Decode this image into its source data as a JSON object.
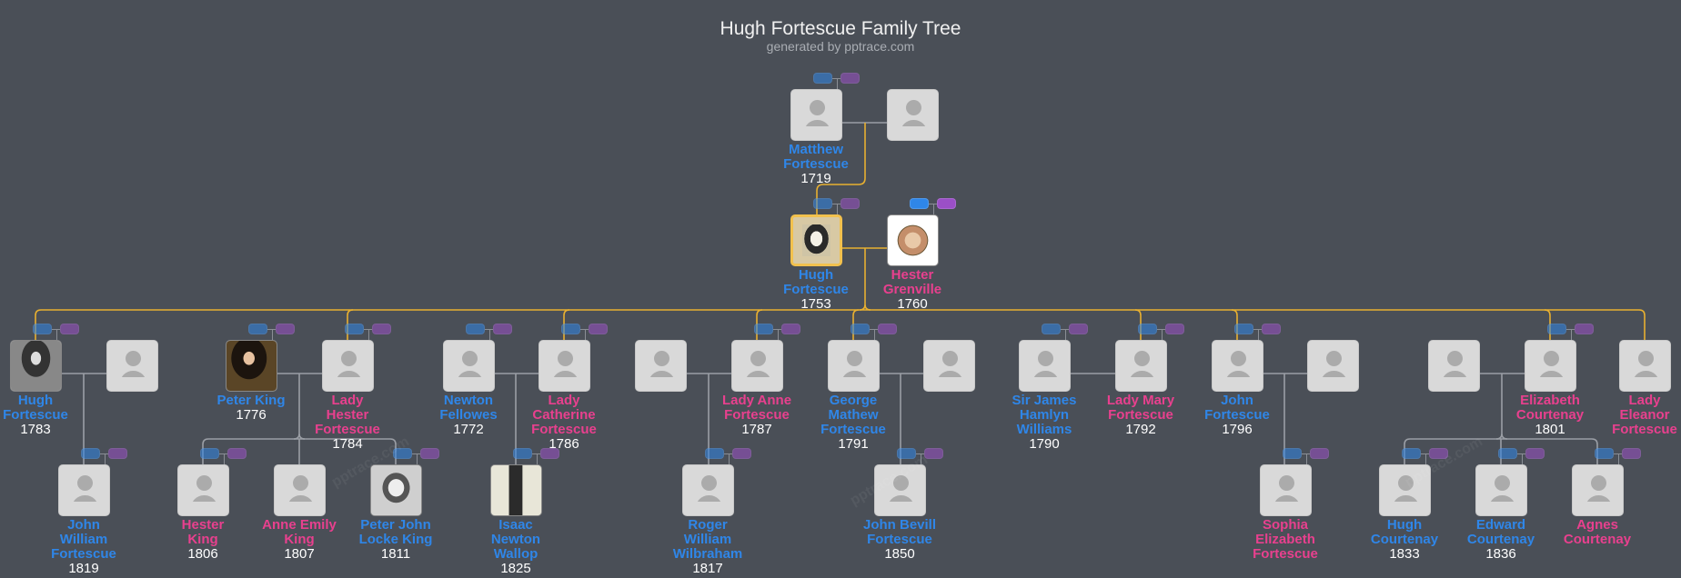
{
  "header": {
    "title": "Hugh Fortescue Family Tree",
    "subtitle": "generated by pptrace.com"
  },
  "watermark": "pptrace.com",
  "colors": {
    "male": "#2f86e8",
    "female": "#e8408e",
    "highlight": "#f2c14e",
    "line_direct": "#e8b030",
    "line_other": "#9a9ea5",
    "father_button": "#2f86e8",
    "mother_button": "#9b4fc7",
    "background": "#4a4f57"
  },
  "persons": [
    {
      "name": "Matthew Fortescue",
      "year": "1719",
      "gender": "m",
      "photo": false,
      "buttons": true
    },
    {
      "name": "",
      "year": "",
      "gender": "",
      "photo": false,
      "buttons": false
    },
    {
      "name": "Hugh Fortescue",
      "year": "1753",
      "gender": "m",
      "photo": true,
      "selected": true,
      "buttons": true
    },
    {
      "name": "Hester Grenville",
      "year": "1760",
      "gender": "f",
      "photo": true,
      "buttons": true,
      "buttons_active": true
    },
    {
      "name": "Hugh Fortescue",
      "year": "1783",
      "gender": "m",
      "photo": true,
      "buttons": true
    },
    {
      "name": "",
      "year": "",
      "gender": "",
      "photo": false,
      "buttons": false
    },
    {
      "name": "Peter King",
      "year": "1776",
      "gender": "m",
      "photo": true,
      "buttons": true
    },
    {
      "name": "Lady Hester Fortescue",
      "year": "1784",
      "gender": "f",
      "photo": false,
      "buttons": true
    },
    {
      "name": "Newton Fellowes",
      "year": "1772",
      "gender": "m",
      "photo": false,
      "buttons": true
    },
    {
      "name": "Lady Catherine Fortescue",
      "year": "1786",
      "gender": "f",
      "photo": false,
      "buttons": true
    },
    {
      "name": "",
      "year": "",
      "gender": "",
      "photo": false,
      "buttons": false
    },
    {
      "name": "Lady Anne Fortescue",
      "year": "1787",
      "gender": "f",
      "photo": false,
      "buttons": true
    },
    {
      "name": "George Mathew Fortescue",
      "year": "1791",
      "gender": "m",
      "photo": false,
      "buttons": true
    },
    {
      "name": "",
      "year": "",
      "gender": "",
      "photo": false,
      "buttons": false
    },
    {
      "name": "Sir James Hamlyn Williams",
      "year": "1790",
      "gender": "m",
      "photo": false,
      "buttons": true
    },
    {
      "name": "Lady Mary Fortescue",
      "year": "1792",
      "gender": "f",
      "photo": false,
      "buttons": true
    },
    {
      "name": "John Fortescue",
      "year": "1796",
      "gender": "m",
      "photo": false,
      "buttons": true
    },
    {
      "name": "",
      "year": "",
      "gender": "",
      "photo": false,
      "buttons": false
    },
    {
      "name": "",
      "year": "",
      "gender": "",
      "photo": false,
      "buttons": false
    },
    {
      "name": "Elizabeth Courtenay",
      "year": "1801",
      "gender": "f",
      "photo": false,
      "buttons": true
    },
    {
      "name": "Lady Eleanor Fortescue",
      "year": "",
      "gender": "f",
      "photo": false,
      "buttons": false
    },
    {
      "name": "John William Fortescue",
      "year": "1819",
      "gender": "m",
      "photo": false,
      "buttons": true
    },
    {
      "name": "Hester King",
      "year": "1806",
      "gender": "f",
      "photo": false,
      "buttons": true
    },
    {
      "name": "Anne Emily King",
      "year": "1807",
      "gender": "f",
      "photo": false,
      "buttons": false
    },
    {
      "name": "Peter John Locke King",
      "year": "1811",
      "gender": "m",
      "photo": true,
      "buttons": true
    },
    {
      "name": "Isaac Newton Wallop",
      "year": "1825",
      "gender": "m",
      "photo": true,
      "buttons": true
    },
    {
      "name": "Roger William Wilbraham",
      "year": "1817",
      "gender": "m",
      "photo": false,
      "buttons": true
    },
    {
      "name": "John Bevill Fortescue",
      "year": "1850",
      "gender": "m",
      "photo": false,
      "buttons": true
    },
    {
      "name": "Sophia Elizabeth Fortescue",
      "year": "",
      "gender": "f",
      "photo": false,
      "buttons": true
    },
    {
      "name": "Hugh Courtenay",
      "year": "1833",
      "gender": "m",
      "photo": false,
      "buttons": true
    },
    {
      "name": "Edward Courtenay",
      "year": "1836",
      "gender": "m",
      "photo": false,
      "buttons": true
    },
    {
      "name": "Agnes Courtenay",
      "year": "",
      "gender": "f",
      "photo": false,
      "buttons": true
    }
  ]
}
